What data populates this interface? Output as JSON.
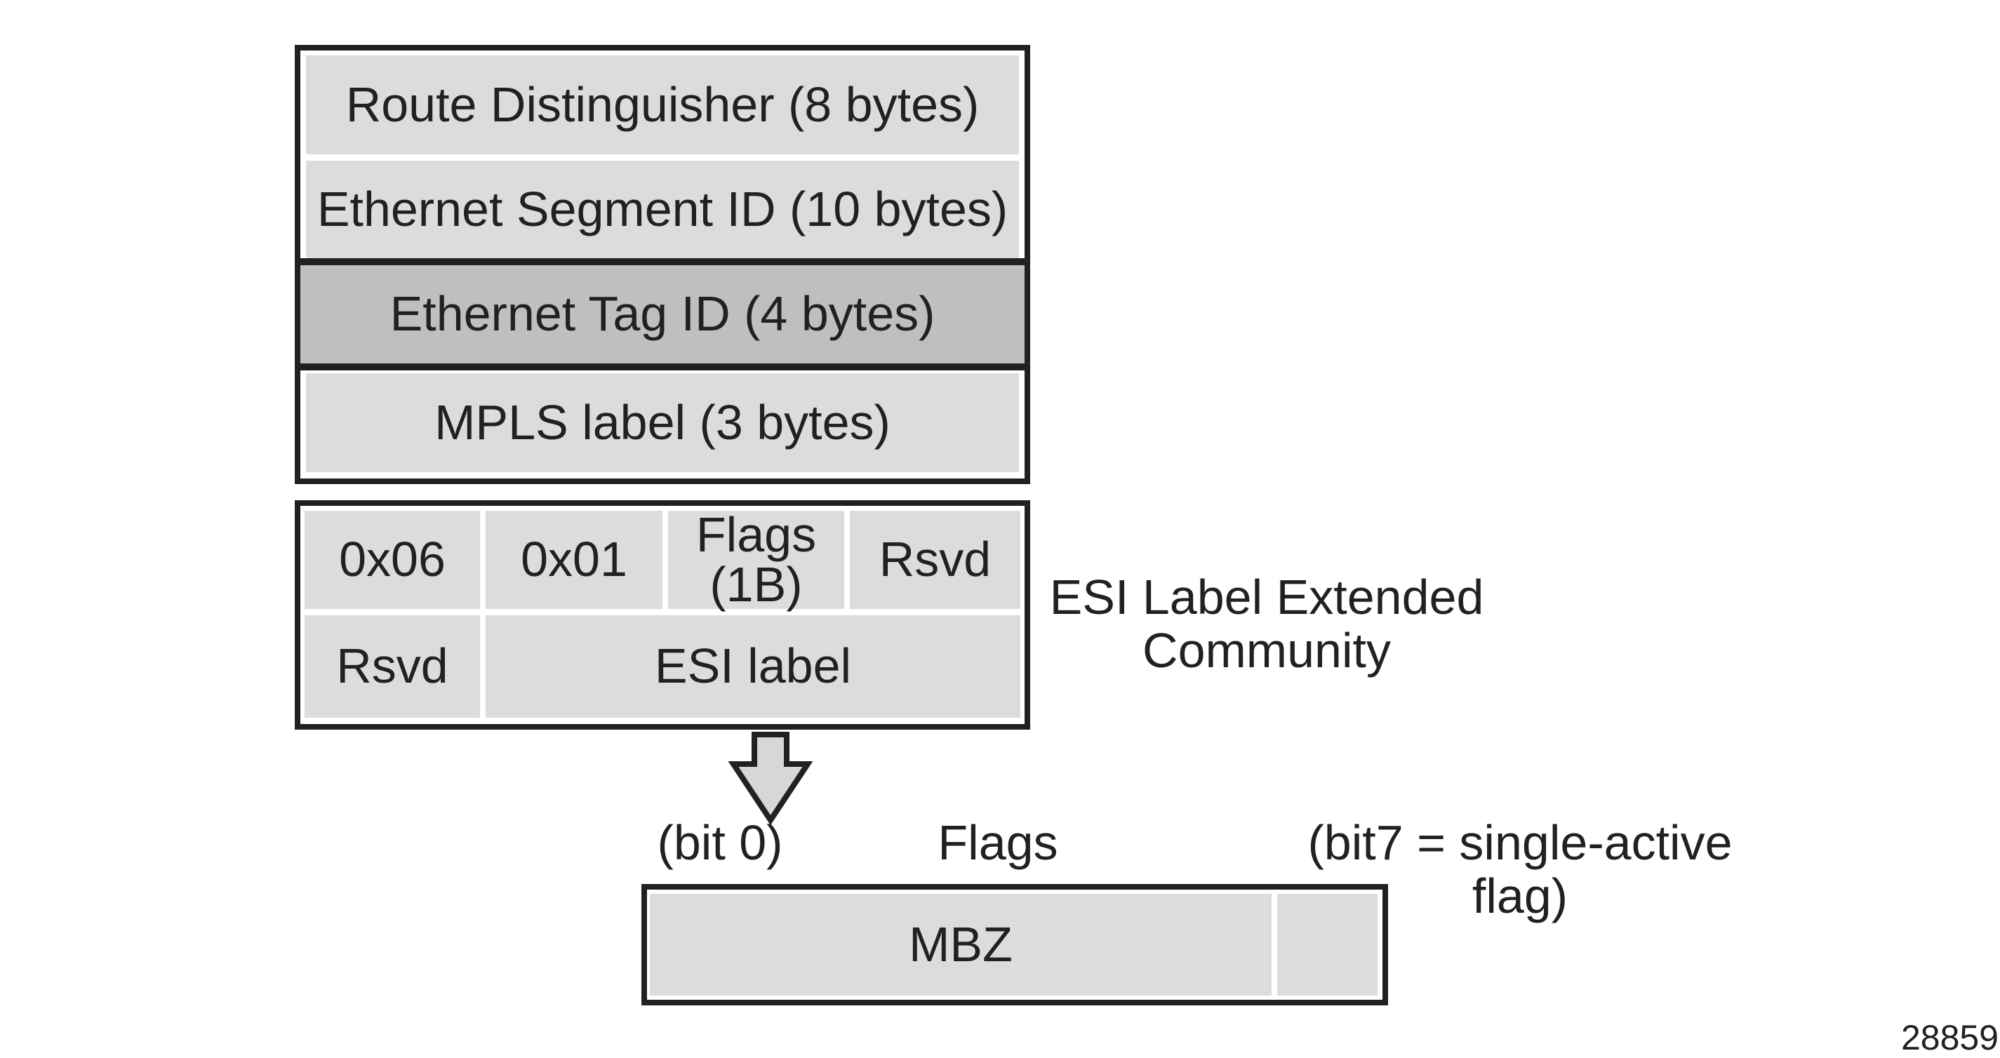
{
  "colors": {
    "cell_fill": "#dbdcde",
    "highlight_fill": "#bdbfc1",
    "line_black": "#232022",
    "arrow_fill": "#d6d7d9",
    "background": "#ffffff"
  },
  "ad_route_box": {
    "rows": [
      {
        "label": "Route Distinguisher (8 bytes)",
        "highlighted": false
      },
      {
        "label": "Ethernet Segment ID (10 bytes)",
        "highlighted": false
      },
      {
        "label": "Ethernet Tag ID (4 bytes)",
        "highlighted": true
      },
      {
        "label": "MPLS label (3 bytes)",
        "highlighted": false
      }
    ]
  },
  "esi_community_box": {
    "row1": {
      "c1": "0x06",
      "c2": "0x01",
      "c3": "Flags\n(1B)",
      "c4": "Rsvd"
    },
    "row2": {
      "c1": "Rsvd",
      "c2": "ESI label"
    },
    "caption": "ESI Label Extended\nCommunity"
  },
  "flags_expansion": {
    "bit0_label": "(bit 0)",
    "title": "Flags",
    "bit7_label": "(bit7 = single-active flag)",
    "mbz_label": "MBZ"
  },
  "figure_number": "28859"
}
